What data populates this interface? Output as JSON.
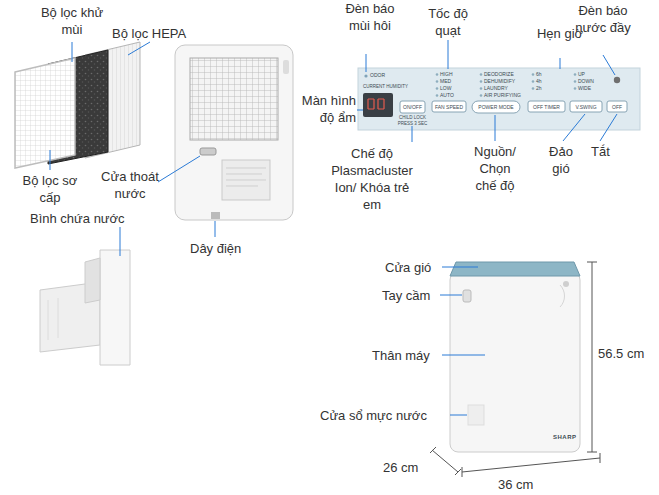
{
  "diagram": {
    "labels": [
      "Bộ lọc khử mùi",
      "Bộ lọc HEPA",
      "Bộ lọc sơ cấp",
      "Cửa thoát nước",
      "Bình chứa nước",
      "Dây điện",
      "Đèn báo mùi hôi",
      "Tốc độ quạt",
      "Hẹn giờ",
      "Đèn báo nước đầy",
      "Màn hình độ ẩm",
      "Chế độ Plasmacluster Ion/ Khóa trẻ em",
      "Nguồn/ Chọn chế độ",
      "Đảo gió",
      "Tắt",
      "Cửa gió",
      "Tay cầm",
      "Thân máy",
      "Cửa sổ mực nước",
      "56.5 cm",
      "26 cm",
      "36 cm",
      "ODOR",
      "CURRENT HUMIDITY",
      "HIGH",
      "MED",
      "LOW",
      "AUTO",
      "FAN SPEED",
      "DEODORIZE",
      "DEHUMIDIFY",
      "LAUNDRY",
      "AIR PURIFYING",
      "POWER MODE",
      "6h",
      "4h",
      "2h",
      "OFF TIMER",
      "UP",
      "DOWN",
      "WIDE",
      "V.SWING",
      "OFF",
      "ON/OFF",
      "CHILD LOCK PRESS 3 SEC",
      "SHARP"
    ]
  }
}
